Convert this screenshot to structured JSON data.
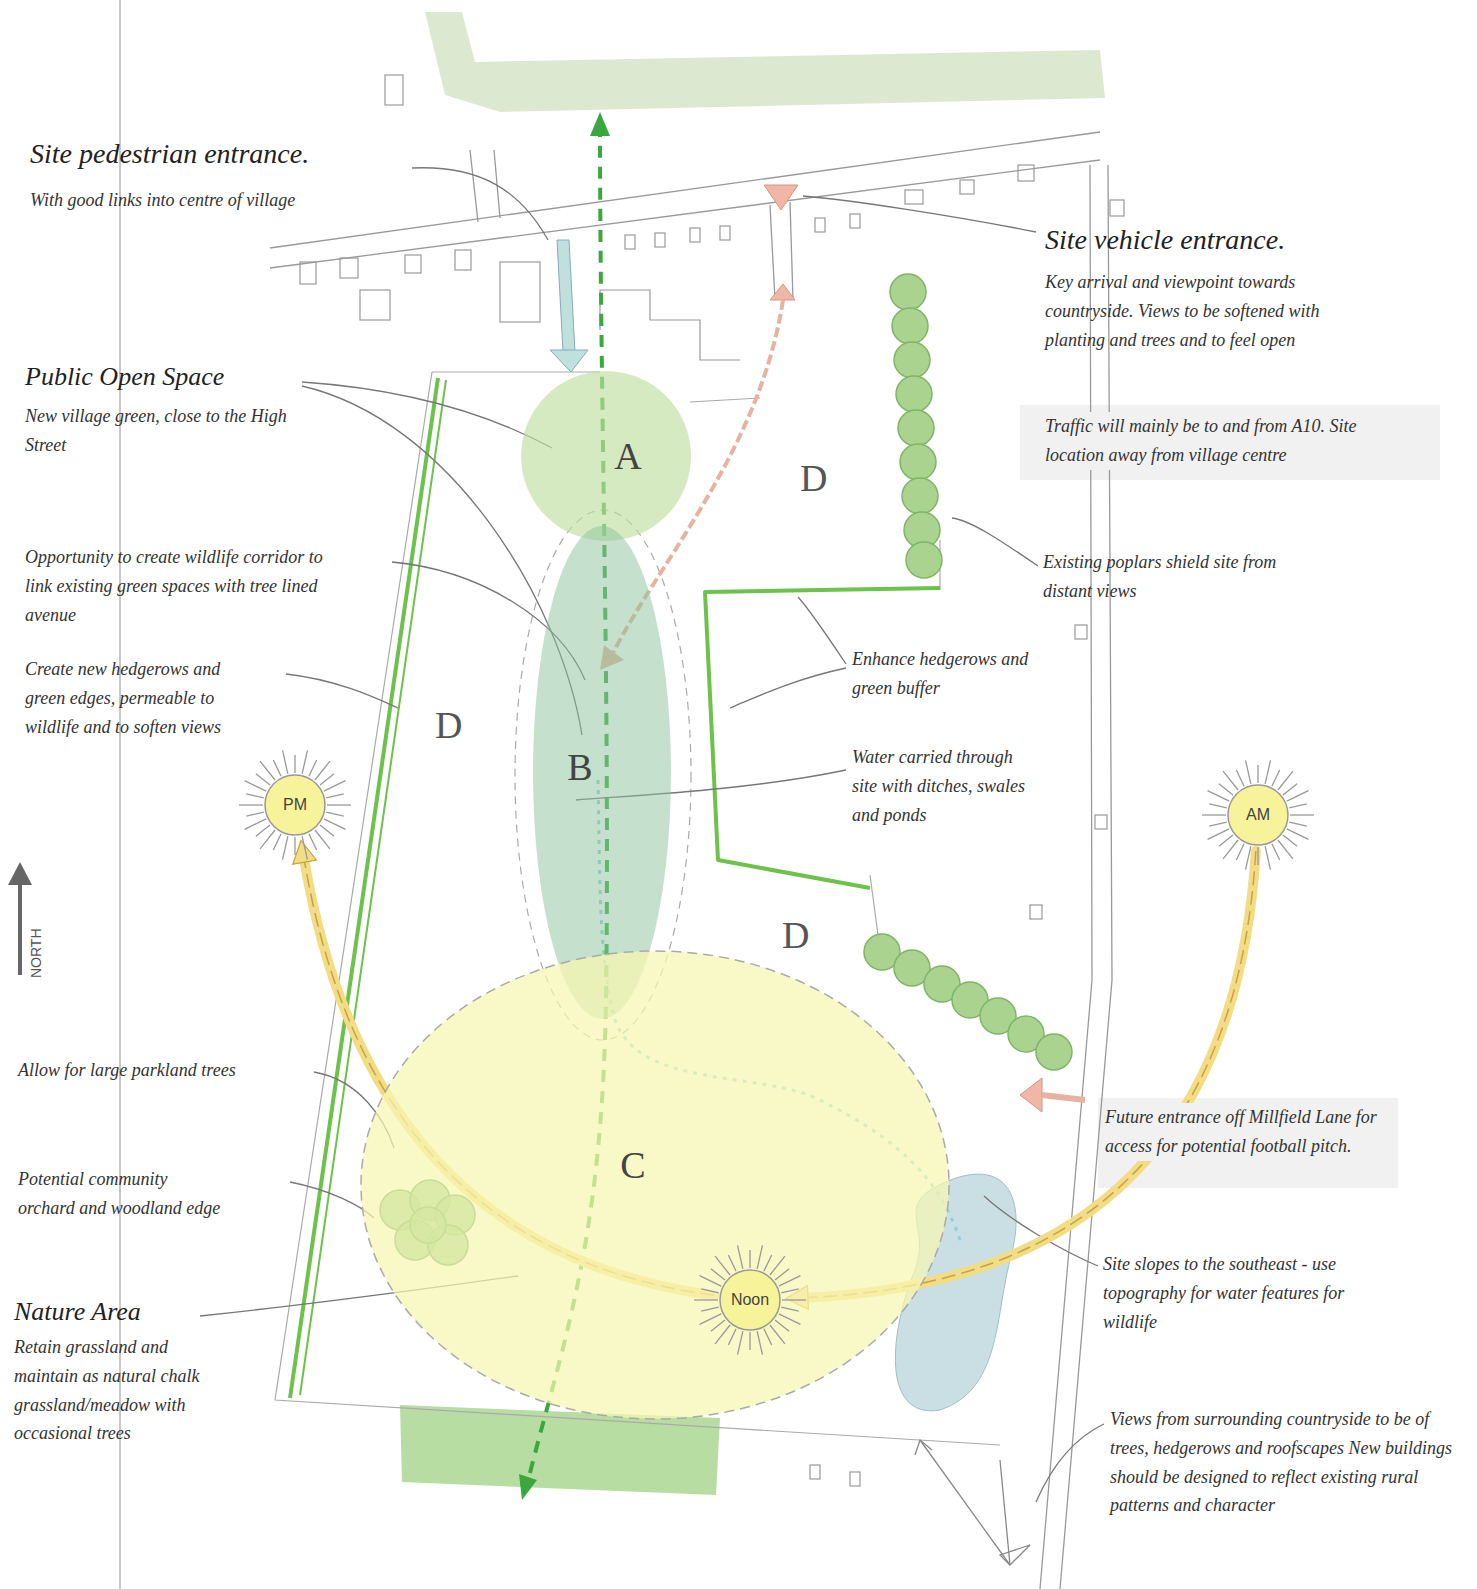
{
  "diagram": {
    "nodes": [
      {
        "text": [
          "A"
        ]
      },
      {
        "text": [
          "B"
        ]
      },
      {
        "text": [
          "PM"
        ]
      },
      {
        "text": [
          "AM"
        ]
      },
      {
        "text": [
          "C"
        ]
      },
      {
        "text": [
          "Noon"
        ],
        "in": 4
      }
    ],
    "edges": [
      {
        "from": 3,
        "to": 5,
        "arrow": "to"
      },
      {
        "from": 5,
        "to": 2,
        "arrow": "to"
      }
    ],
    "labels": [
      "Site pedestrian entrance.",
      "With good links into centre of village",
      "Site vehicle entrance.",
      "Key arrival and viewpoint towards countryside. Views to be softened with planting and trees and to feel open",
      "Traffic will mainly be to and from A10. Site location away from village centre",
      "Public Open Space",
      "New village green, close to the High Street",
      "D",
      "Opportunity to create wildlife corridor to link existing green spaces with tree lined avenue",
      "Existing poplars shield site from distant views",
      "Enhance hedgerows and green buffer",
      "Create new hedgerows and green edges, permeable to wildlife and to soften views",
      "D",
      "Water carried through site with ditches, swales and ponds",
      "NORTH",
      "D",
      "Allow for large parkland trees",
      "Future entrance off Millfield Lane for access for potential football pitch.",
      "Potential community orchard and woodland edge",
      "Site slopes to the southeast - use topography for water features for wildlife",
      "Nature Area",
      "Retain grassland and maintain as natural chalk grassland/meadow with occasional trees",
      "Views from surrounding countryside to be of trees, hedgerows and roofscapes New buildings should be designed to reflect existing rural patterns and character"
    ]
  }
}
